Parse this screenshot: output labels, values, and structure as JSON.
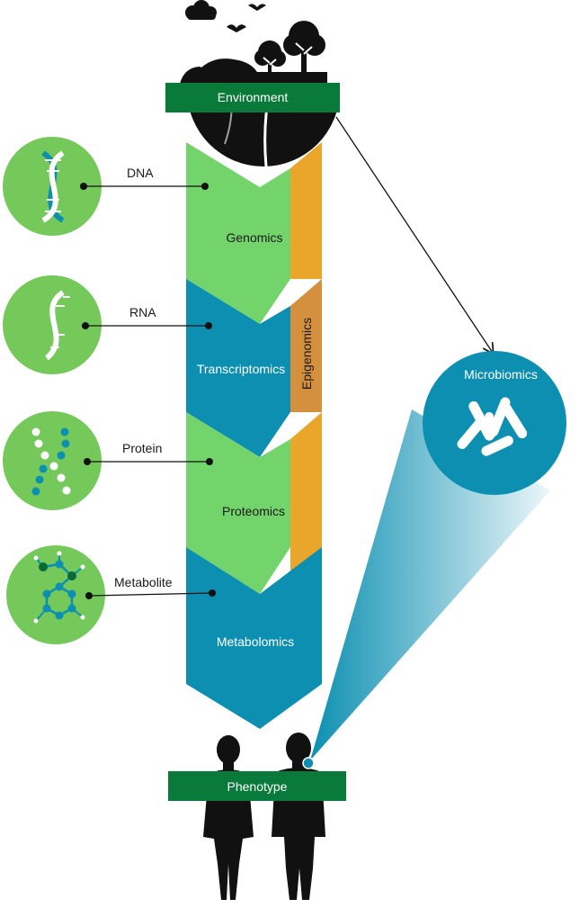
{
  "environment": {
    "label": "Environment"
  },
  "phenotype": {
    "label": "Phenotype"
  },
  "microbiomics": {
    "label": "Microbiomics"
  },
  "epigenomics": {
    "label": "Epigenomics"
  },
  "layers": [
    {
      "name": "Genomics"
    },
    {
      "name": "Transcriptomics"
    },
    {
      "name": "Proteomics"
    },
    {
      "name": "Metabolomics"
    }
  ],
  "molecules": [
    {
      "label": "DNA",
      "icon": "dna-icon"
    },
    {
      "label": "RNA",
      "icon": "rna-icon"
    },
    {
      "label": "Protein",
      "icon": "protein-icon"
    },
    {
      "label": "Metabolite",
      "icon": "metabolite-icon"
    }
  ],
  "colors": {
    "green": "#72d46a",
    "blue": "#0c8fb1",
    "orange": "#eaa62a",
    "orange_dark": "#d4903d",
    "dark_green": "#0a7a3a",
    "icon_circle": "#74c95a",
    "black": "#111111"
  }
}
